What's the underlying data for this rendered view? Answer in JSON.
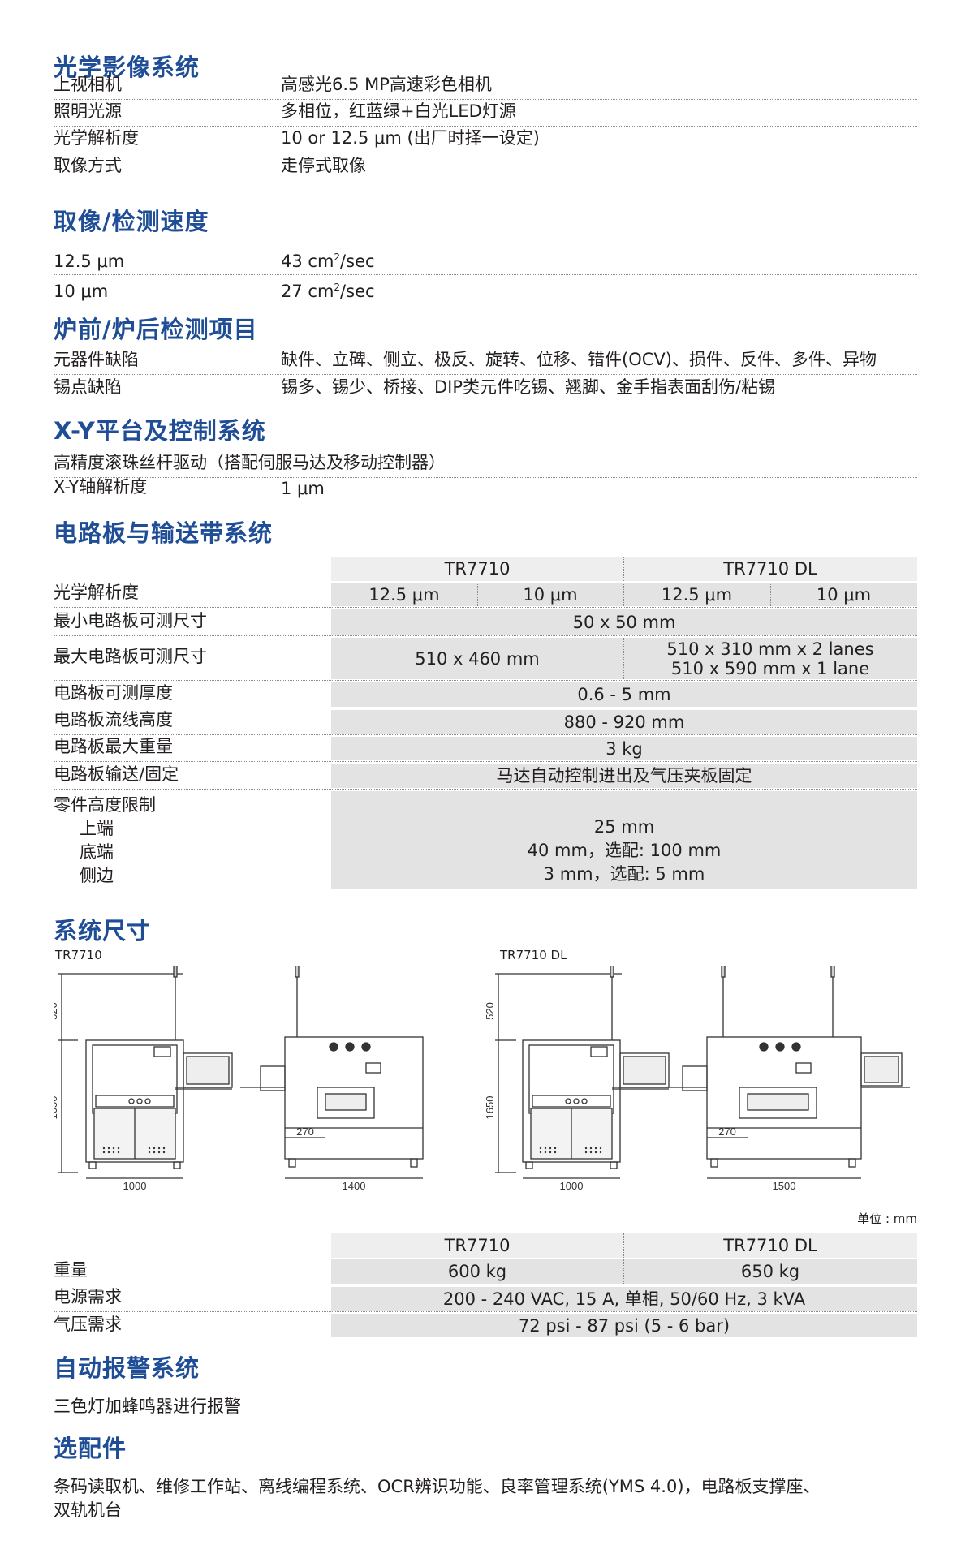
{
  "optics": {
    "heading": "光学影像系统",
    "rows": [
      {
        "k": "上视相机",
        "v": "高感光6.5 MP高速彩色相机"
      },
      {
        "k": "照明光源",
        "v": "多相位，红蓝绿+白光LED灯源"
      },
      {
        "k": "光学解析度",
        "v": "10 or 12.5 μm  (出厂时择一设定)"
      },
      {
        "k": "取像方式",
        "v": "走停式取像"
      }
    ]
  },
  "speed": {
    "heading": "取像/检测速度",
    "rows": [
      {
        "k": "12.5 μm",
        "v": "43 cm",
        "sup": "2",
        "suffix": "/sec"
      },
      {
        "k": "10 μm",
        "v": "27 cm",
        "sup": "2",
        "suffix": "/sec"
      }
    ]
  },
  "items": {
    "heading": "炉前/炉后检测项目",
    "rows": [
      {
        "k": "元器件缺陷",
        "v": "缺件、立碑、侧立、极反、旋转、位移、错件(OCV)、损件、反件、多件、异物"
      },
      {
        "k": "锡点缺陷",
        "v": "锡多、锡少、桥接、DIP类元件吃锡、翘脚、金手指表面刮伤/粘锡"
      }
    ]
  },
  "xy": {
    "heading": "X-Y平台及控制系统",
    "line1": "高精度滚珠丝杆驱动（搭配伺服马达及移动控制器）",
    "rows": [
      {
        "k": "X-Y轴解析度",
        "v": "1 μm"
      }
    ]
  },
  "pcb": {
    "heading": "电路板与输送带系统",
    "models": [
      "TR7710",
      "TR7710 DL"
    ],
    "res_label": "光学解析度",
    "res_values": [
      "12.5 μm",
      "10 μm",
      "12.5 μm",
      "10 μm"
    ],
    "min_label": "最小电路板可测尺寸",
    "min_value": "50 x 50 mm",
    "max_label": "最大电路板可测尺寸",
    "max_tr": "510 x 460 mm",
    "max_dl_1": "510 x 310 mm x 2 lanes",
    "max_dl_2": "510 x 590 mm x 1 lane",
    "thick_label": "电路板可测厚度",
    "thick_value": "0.6 - 5 mm",
    "line_label": "电路板流线高度",
    "line_value": "880 - 920 mm",
    "weight_label": "电路板最大重量",
    "weight_value": "3 kg",
    "conv_label": "电路板输送/固定",
    "conv_value": "马达自动控制进出及气压夹板固定",
    "comp_label": "零件高度限制",
    "comp_top_label": "上端",
    "comp_top": "25 mm",
    "comp_bottom_label": "底端",
    "comp_bottom": "40 mm，选配: 100 mm",
    "comp_side_label": "侧边",
    "comp_side": "3 mm，选配: 5 mm"
  },
  "dims": {
    "heading": "系统尺寸",
    "left_model": "TR7710",
    "right_model": "TR7710 DL",
    "h_top": "520",
    "h_main": "1650",
    "w_front": "1000",
    "w_side_left": "1400",
    "w_side_right": "1500",
    "w_conv": "270",
    "unit": "单位 : mm",
    "table": {
      "models": [
        "TR7710",
        "TR7710 DL"
      ],
      "weight_label": "重量",
      "weight_values": [
        "600 kg",
        "650 kg"
      ],
      "power_label": "电源需求",
      "power_value": "200 - 240 VAC, 15 A, 单相, 50/60 Hz, 3 kVA",
      "air_label": "气压需求",
      "air_value": "72 psi - 87 psi (5 - 6 bar)"
    }
  },
  "alarm": {
    "heading": "自动报警系统",
    "text": "三色灯加蜂鸣器进行报警"
  },
  "options": {
    "heading": "选配件",
    "line1": "条码读取机、维修工作站、离线编程系统、OCR辨识功能、良率管理系统(YMS 4.0)，电路板支撑座、",
    "line2": "双轨机台"
  }
}
